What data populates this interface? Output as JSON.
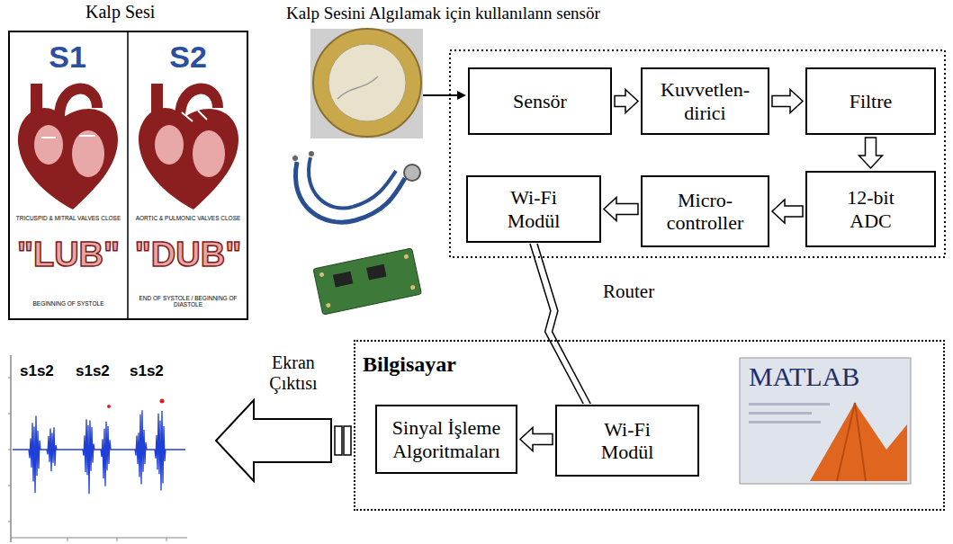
{
  "diagram": {
    "nodes": [
      {
        "text": [
          "Sensör"
        ]
      },
      {
        "text": [
          "Kuvvetlen- dirici"
        ]
      },
      {
        "text": [
          "Filtre"
        ]
      },
      {
        "text": [
          "12-bit ADC"
        ]
      },
      {
        "text": [
          "Micro- controller"
        ]
      },
      {
        "text": [
          "Wi-Fi Modül"
        ]
      },
      {
        "text": [
          "Bilgisayar"
        ]
      },
      {
        "text": [
          "Wi-Fi Modül"
        ],
        "in": 6
      },
      {
        "text": [
          "Sinyal İşleme Algoritmaları"
        ],
        "in": 6
      }
    ],
    "edges": [
      {
        "from": 0,
        "to": 1,
        "arrow": "to"
      },
      {
        "from": 1,
        "to": 2,
        "arrow": "to"
      },
      {
        "from": 2,
        "to": 3,
        "arrow": "to"
      },
      {
        "from": 3,
        "to": 4,
        "arrow": "to"
      },
      {
        "from": 4,
        "to": 5,
        "arrow": "to"
      },
      {
        "from": 5,
        "to": 7,
        "label": "Router",
        "arrow": "none"
      },
      {
        "from": 7,
        "to": 8,
        "arrow": "to"
      }
    ],
    "labels": [
      "Kalp Sesi",
      "Kalp Sesini Algılamak için kullanılann sensör",
      "S1",
      "S2",
      "TRICUSPID & MITRAL VALVES CLOSE",
      "AORTIC & PULMONIC VALVES CLOSE",
      "\"LUB\"",
      "\"DUB\"",
      "BEGINNING OF SYSTOLE",
      "END OF SYSTOLE / BEGINNING OF DIASTOLE",
      "Ekran Çıktısı",
      "s1s2",
      "s1s2",
      "s1s2",
      "MATLAB"
    ]
  }
}
